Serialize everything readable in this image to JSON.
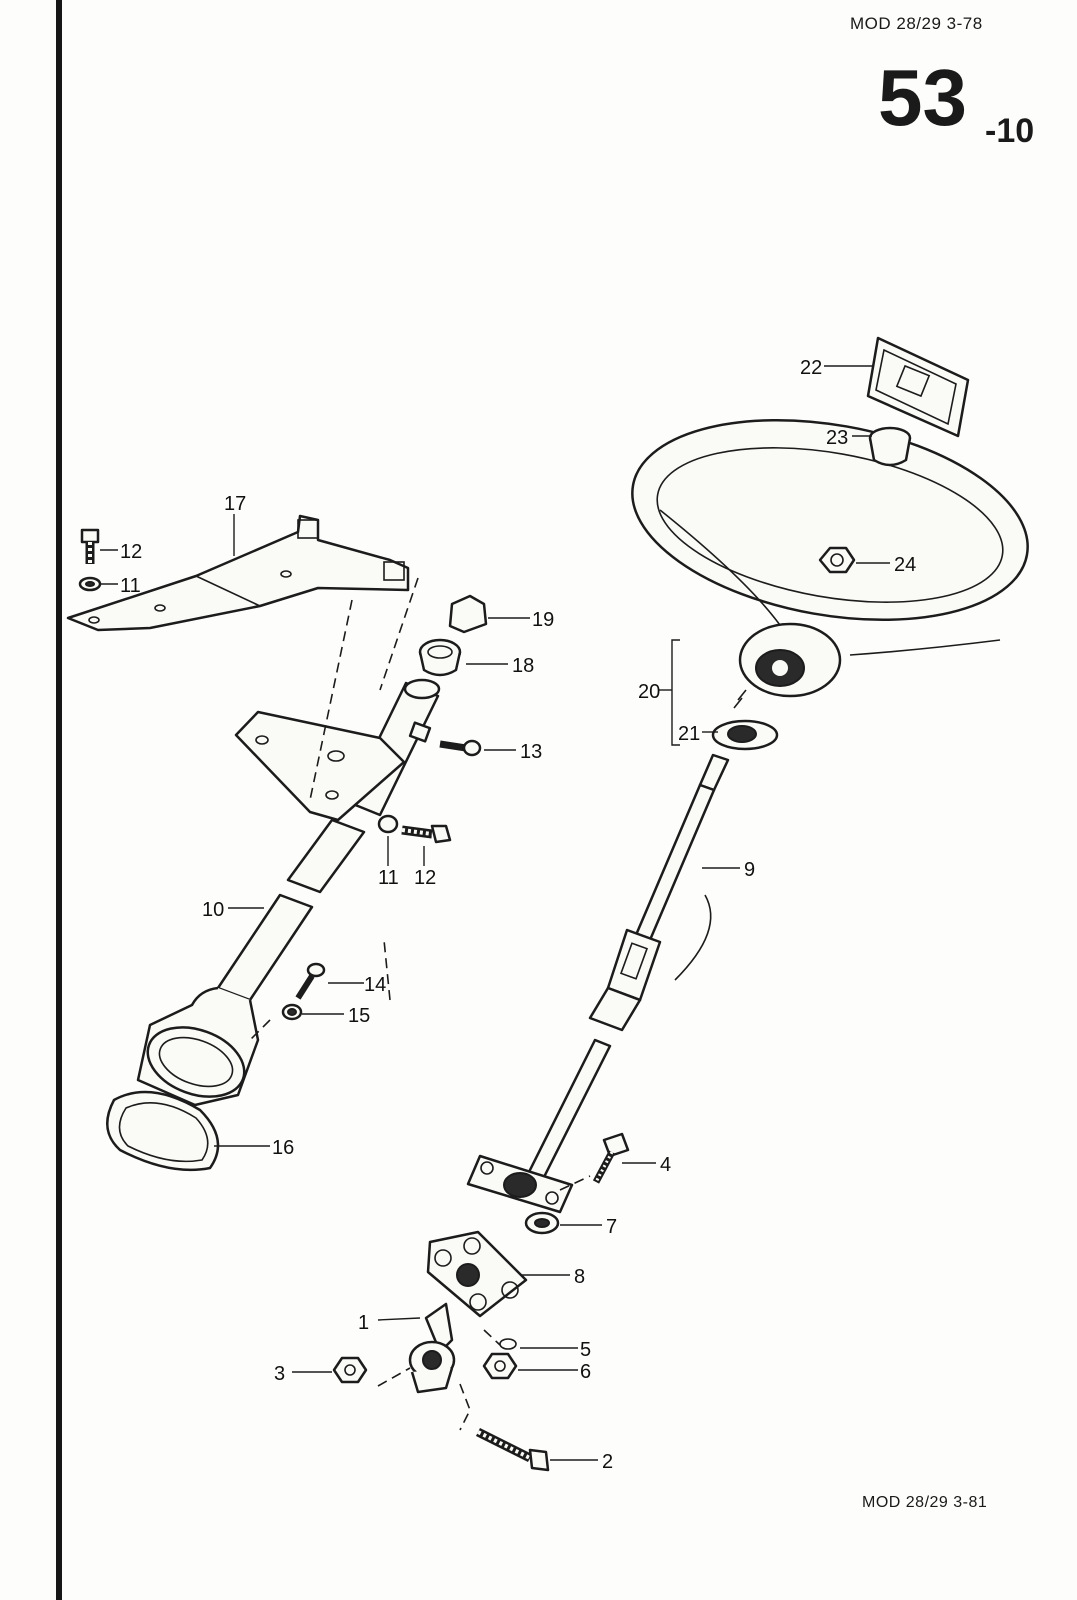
{
  "header": {
    "model_top": "MOD 28/29  3-78",
    "page_number": "53",
    "page_suffix": "-10"
  },
  "footer": {
    "model_bottom": "MOD 28/29  3-81"
  },
  "diagram": {
    "callouts": [
      "1",
      "2",
      "3",
      "4",
      "5",
      "6",
      "7",
      "8",
      "9",
      "10",
      "11",
      "11",
      "12",
      "12",
      "13",
      "14",
      "15",
      "16",
      "17",
      "18",
      "19",
      "20",
      "21",
      "22",
      "23",
      "24"
    ]
  }
}
